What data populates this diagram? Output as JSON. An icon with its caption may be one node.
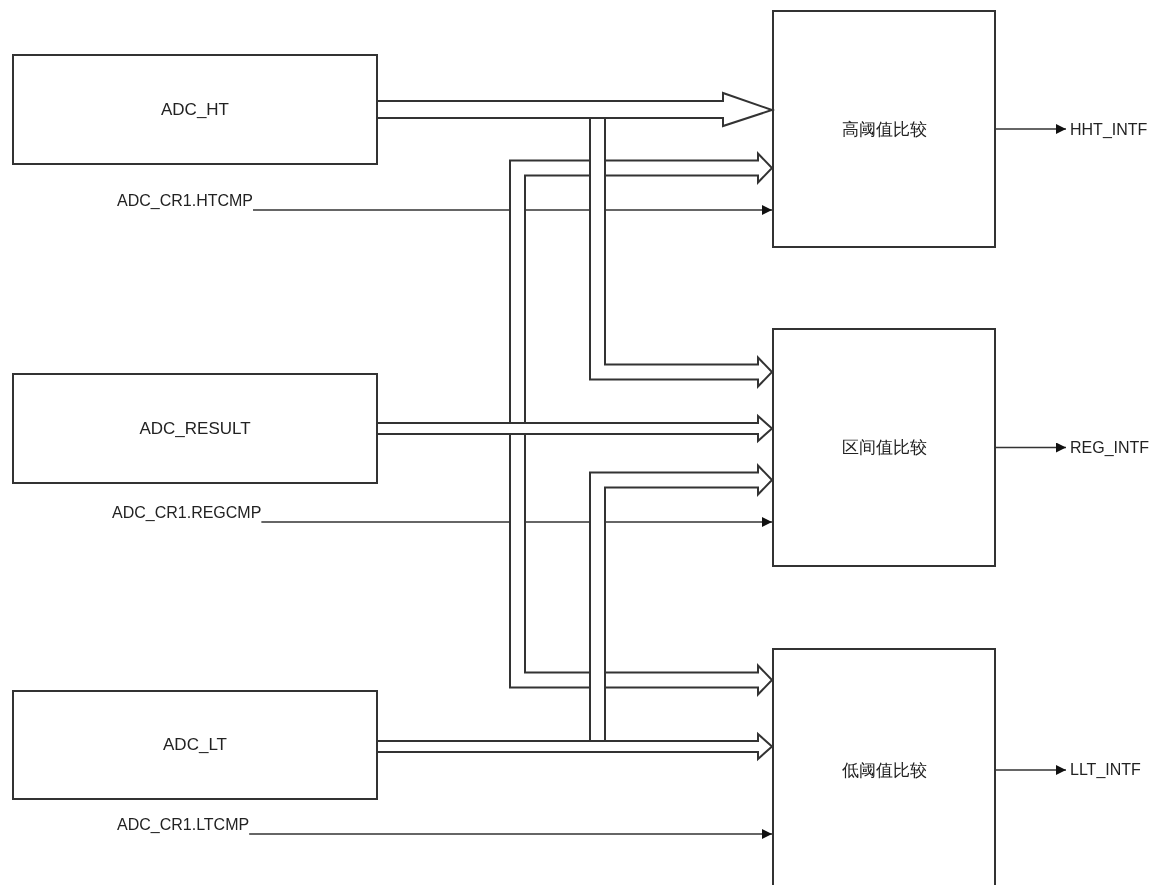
{
  "diagram": {
    "nodes": [
      {
        "text": [
          "ADC_HT"
        ]
      },
      {
        "text": [
          "ADC_RESULT"
        ]
      },
      {
        "text": [
          "ADC_LT"
        ]
      },
      {
        "text": [
          "高阈值比较"
        ]
      },
      {
        "text": [
          "区间值比较"
        ]
      },
      {
        "text": [
          "低阈值比较"
        ]
      },
      {
        "text": [
          "HHT_INTF"
        ]
      },
      {
        "text": [
          "REG_INTF"
        ]
      },
      {
        "text": [
          "LLT_INTF"
        ]
      },
      {
        "text": [
          "ADC_CR1.HTCMP"
        ]
      },
      {
        "text": [
          "ADC_CR1.REGCMP"
        ]
      },
      {
        "text": [
          "ADC_CR1.LTCMP"
        ]
      }
    ],
    "edges": [
      {
        "from": 0,
        "to": 3,
        "arrow": "to",
        "style": "thick"
      },
      {
        "from": 0,
        "to": 4,
        "arrow": "to",
        "style": "thick"
      },
      {
        "from": 1,
        "to": 3,
        "arrow": "to",
        "style": "thick"
      },
      {
        "from": 1,
        "to": 4,
        "arrow": "to",
        "style": "thick"
      },
      {
        "from": 1,
        "to": 5,
        "arrow": "to",
        "style": "thick"
      },
      {
        "from": 2,
        "to": 4,
        "arrow": "to",
        "style": "thick"
      },
      {
        "from": 2,
        "to": 5,
        "arrow": "to",
        "style": "thick"
      },
      {
        "from": 9,
        "to": 3,
        "arrow": "to"
      },
      {
        "from": 10,
        "to": 4,
        "arrow": "to"
      },
      {
        "from": 11,
        "to": 5,
        "arrow": "to"
      },
      {
        "from": 3,
        "to": 6,
        "arrow": "to"
      },
      {
        "from": 4,
        "to": 7,
        "arrow": "to"
      },
      {
        "from": 5,
        "to": 8,
        "arrow": "to"
      }
    ]
  }
}
